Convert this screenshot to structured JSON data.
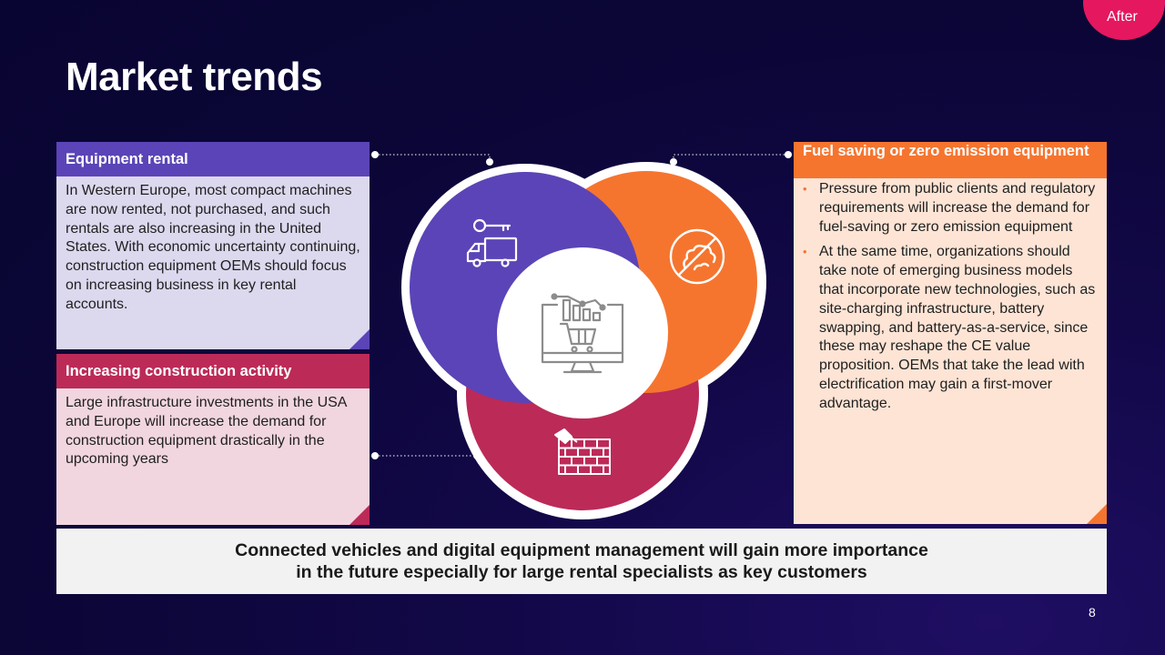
{
  "badge": {
    "label": "After"
  },
  "slide": {
    "title": "Market trends",
    "page_number": "8"
  },
  "cards": {
    "equipment_rental": {
      "heading": "Equipment rental",
      "body": "In Western Europe, most compact machines are now rented, not purchased, and such rentals are also increasing in the United States. With economic uncertainty continuing, construction equipment OEMs should focus on increasing business in key rental accounts."
    },
    "construction_activity": {
      "heading": "Increasing construction activity",
      "body": "Large infrastructure investments in the USA and Europe will increase the demand for construction equipment drastically in the upcoming years"
    },
    "fuel_saving": {
      "heading": "Fuel saving or zero emission equipment",
      "bullets": [
        "Pressure from public clients and regulatory requirements will increase the demand for fuel-saving or zero emission equipment",
        "At the same time, organizations  should take note of emerging business models that incorporate new technologies, such as site-charging infrastructure, battery swapping, and battery-as-a-service, since these may reshape the CE value proposition. OEMs that take the lead with electrification may gain a first-mover advantage."
      ]
    }
  },
  "banner": {
    "line1": "Connected vehicles and digital equipment management will gain more importance",
    "line2": "in the future especially for large rental specialists as key customers"
  },
  "colors": {
    "purple": "#5b44b7",
    "orange": "#f5752f",
    "crimson": "#bc2a58",
    "badge": "#e5175f"
  },
  "icons": [
    "truck-key-icon",
    "no-pollution-icon",
    "brick-wall-trowel-icon",
    "monitor-cart-chart-icon"
  ]
}
